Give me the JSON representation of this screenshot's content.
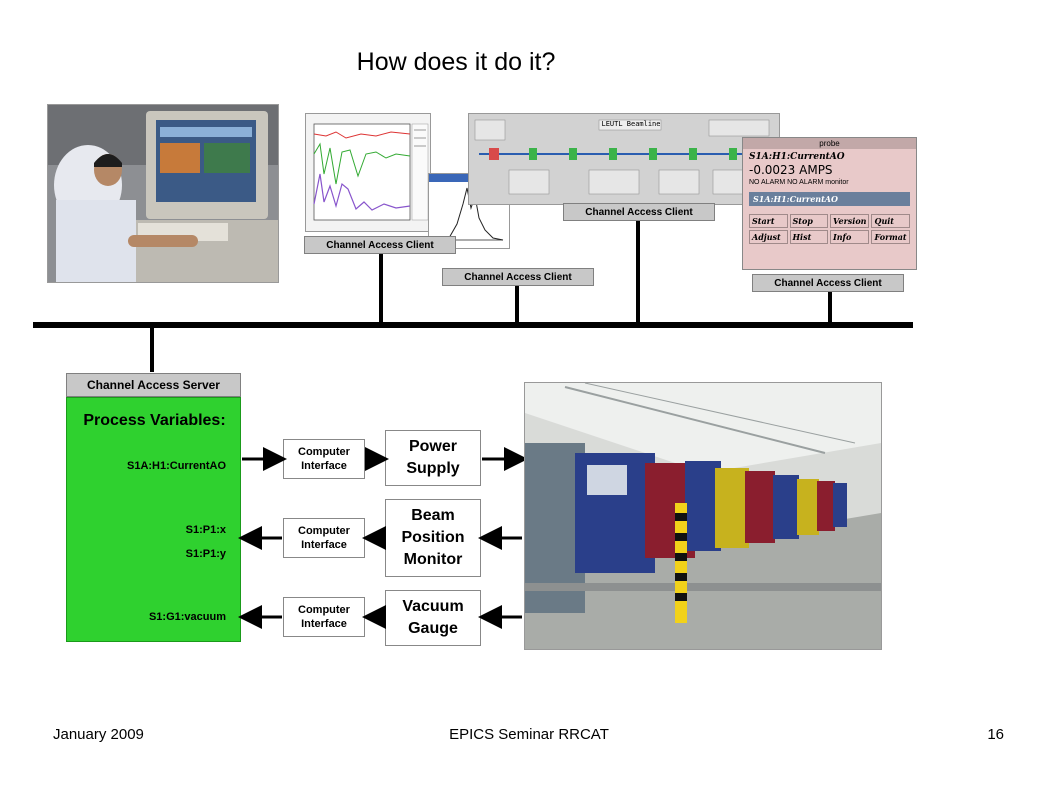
{
  "title": "How does it do it?",
  "clients": {
    "client_1": "Channel Access Client",
    "client_2": "Channel Access Client",
    "client_3": "Channel Access Client",
    "client_4": "Channel Access Client"
  },
  "screens": {
    "beamline_title": "LEUTL Beamline",
    "probe_title": "probe",
    "probe_pv": "S1A:H1:CurrentAO",
    "probe_value": "-0.0023 AMPS",
    "probe_status": "NO ALARM  NO ALARM  monitor",
    "probe_field": "S1A:H1:CurrentAO",
    "probe_buttons": [
      "Start",
      "Stop",
      "Version",
      "Quit",
      "Adjust",
      "Hist",
      "Info",
      "Format"
    ]
  },
  "server": {
    "header": "Channel Access Server",
    "pv_title": "Process Variables:",
    "pvs": {
      "current": "S1A:H1:CurrentAO",
      "x": "S1:P1:x",
      "y": "S1:P1:y",
      "vacuum": "S1:G1:vacuum"
    }
  },
  "interfaces": {
    "ci_1": "Computer Interface",
    "ci_2": "Computer Interface",
    "ci_3": "Computer Interface"
  },
  "devices": {
    "power_supply": "Power Supply",
    "bpm": "Beam Position Monitor",
    "vacuum_gauge": "Vacuum Gauge"
  },
  "footer": {
    "date": "January 2009",
    "event": "EPICS Seminar RRCAT",
    "page": "16"
  },
  "colors": {
    "server_fill": "#2fd12f",
    "label_fill": "#c8c8c8",
    "probe_bg": "#e8c9c9"
  }
}
